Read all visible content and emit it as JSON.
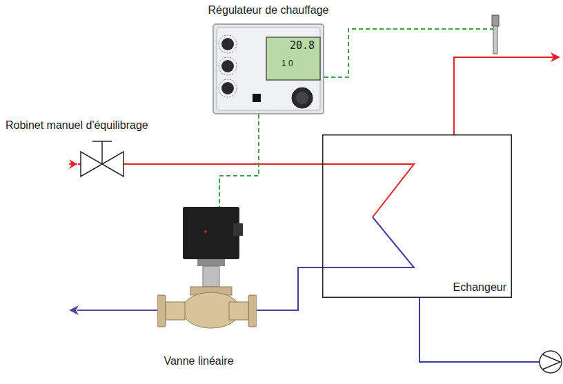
{
  "diagram": {
    "nodes": [
      {
        "text": [
          "Régulateur de chauffage",
          "20.8",
          "1 0"
        ]
      },
      {
        "text": [
          "Robinet manuel d'équilibrage"
        ]
      },
      {
        "text": [
          "Echangeur"
        ]
      },
      {
        "text": [
          "Vanne linéaire"
        ]
      }
    ],
    "edges": [
      {
        "from": 1,
        "to": 2,
        "arrow": "none"
      },
      {
        "from": 2,
        "to": 3,
        "arrow": "none"
      },
      {
        "from": 0,
        "to": 3,
        "arrow": "none"
      }
    ]
  }
}
